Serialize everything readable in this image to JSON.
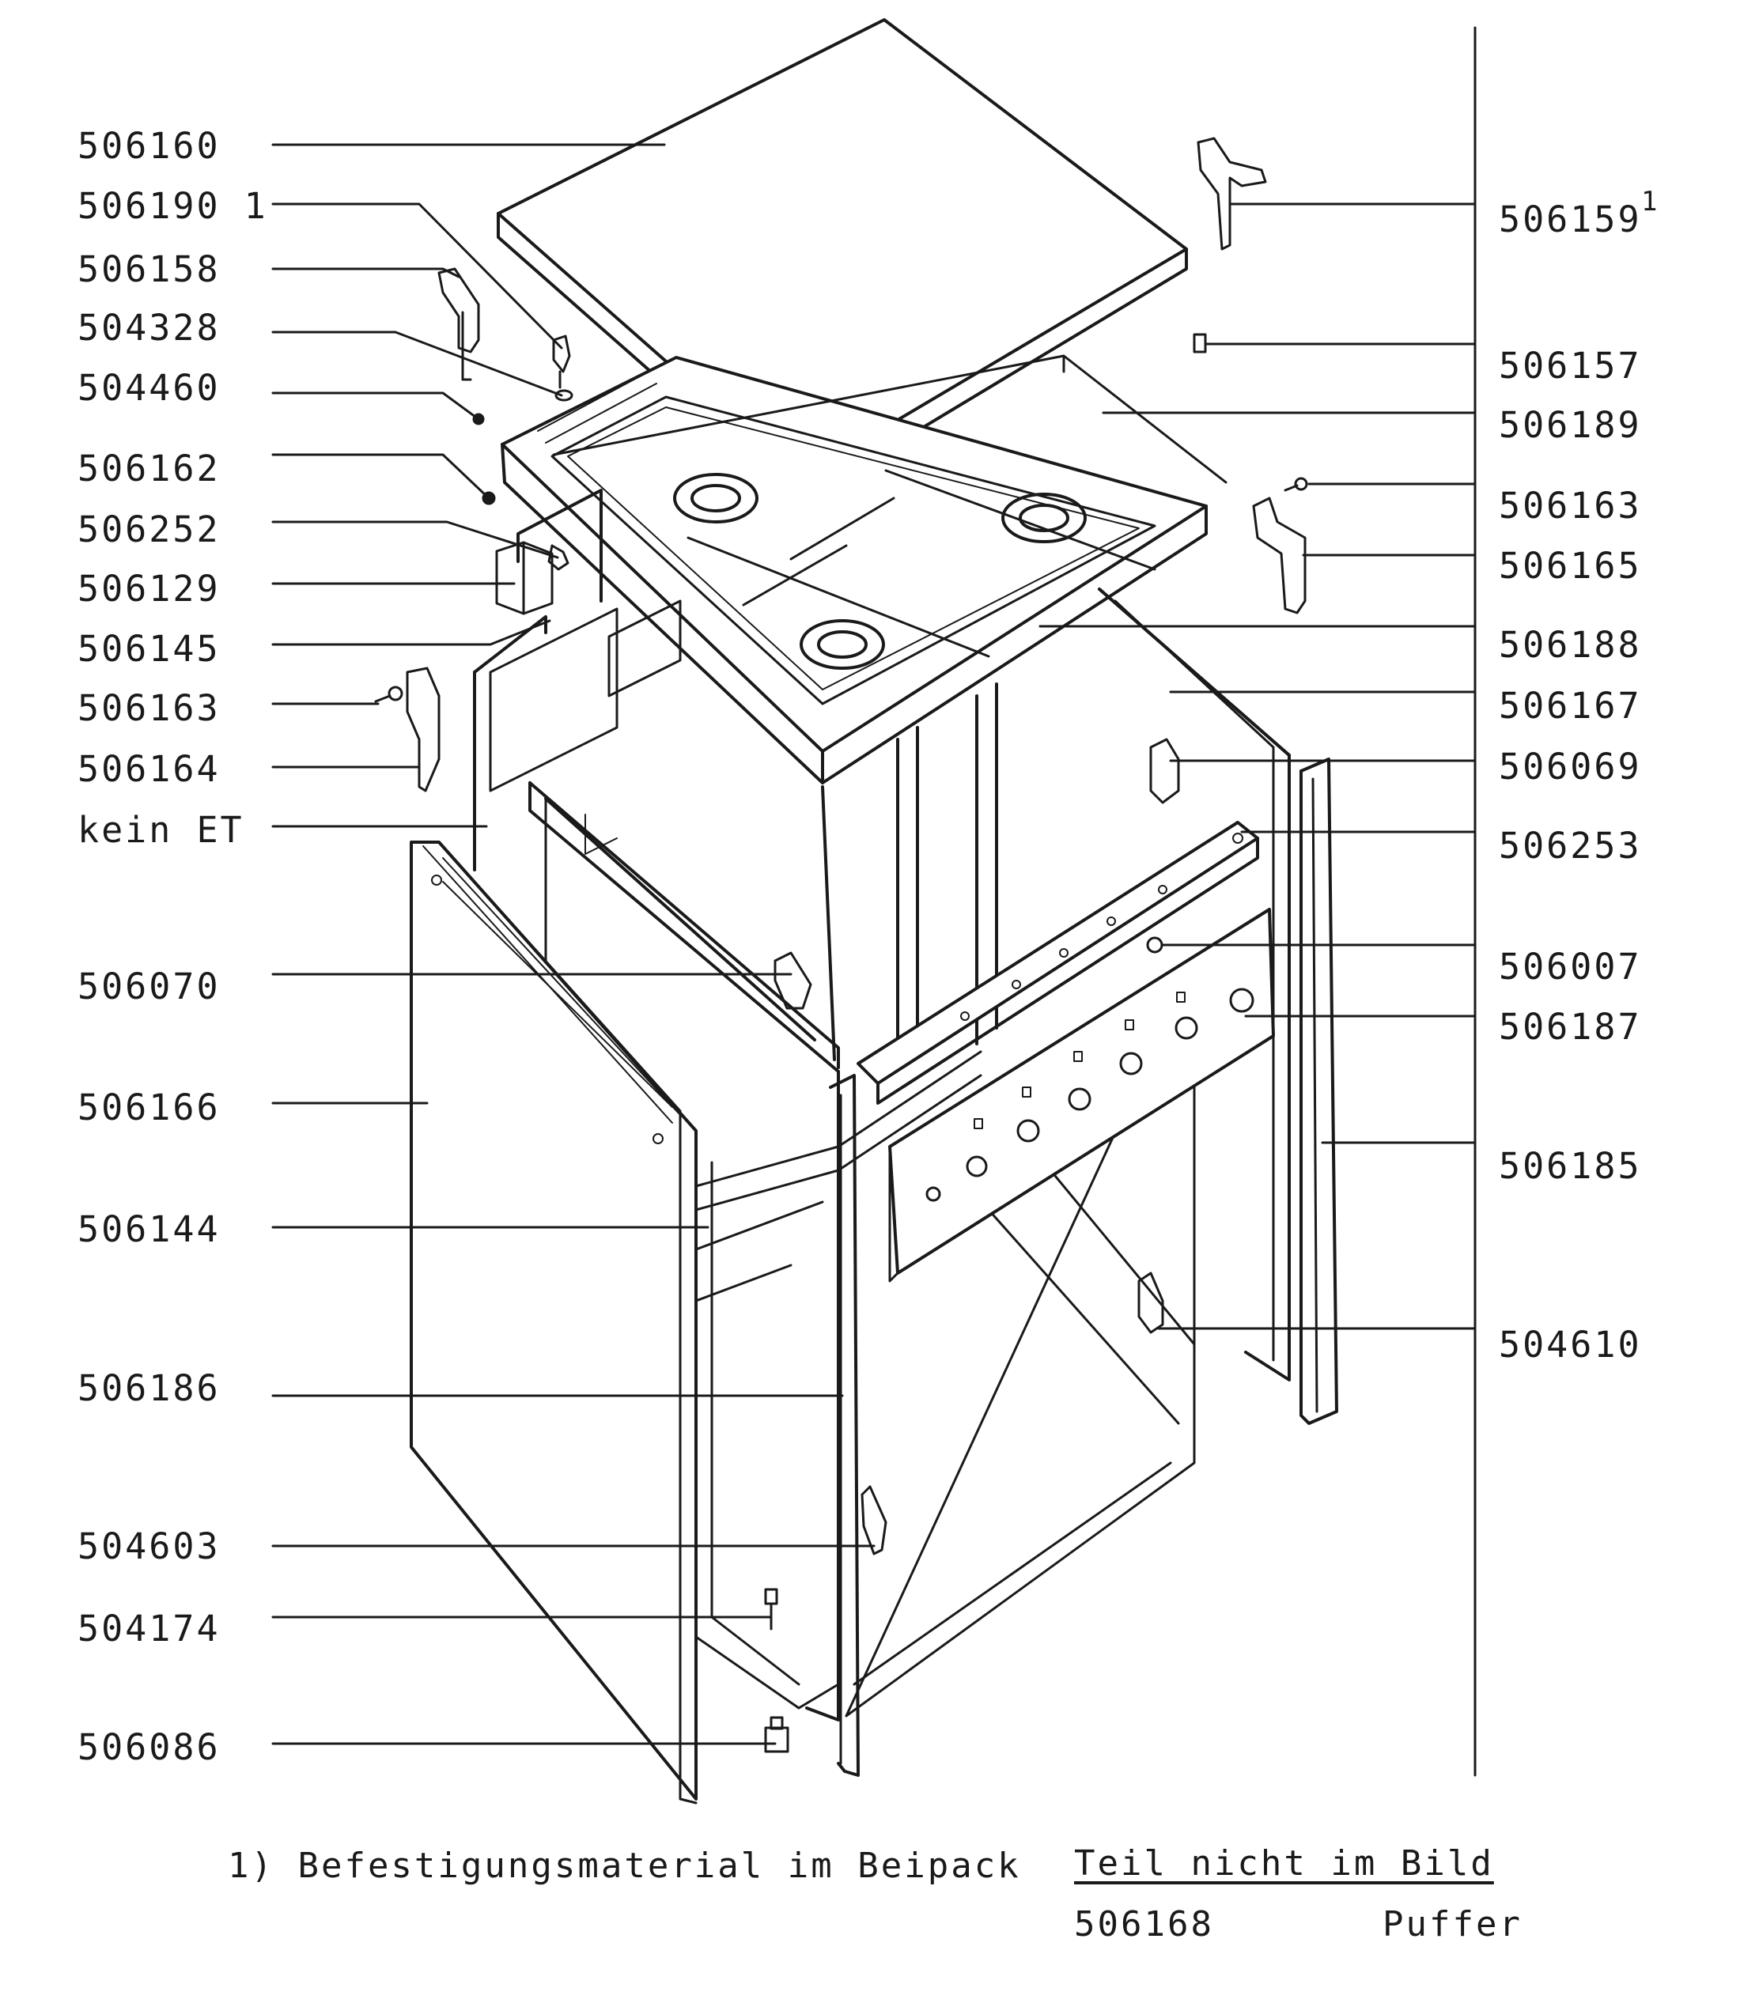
{
  "left_labels": [
    {
      "num": "506160",
      "ref": ""
    },
    {
      "num": "506190",
      "ref": "1"
    },
    {
      "num": "506158",
      "ref": ""
    },
    {
      "num": "504328",
      "ref": ""
    },
    {
      "num": "504460",
      "ref": ""
    },
    {
      "num": "506162",
      "ref": ""
    },
    {
      "num": "506252",
      "ref": ""
    },
    {
      "num": "506129",
      "ref": ""
    },
    {
      "num": "506145",
      "ref": ""
    },
    {
      "num": "506163",
      "ref": ""
    },
    {
      "num": "506164",
      "ref": ""
    },
    {
      "num": "kein ET",
      "ref": ""
    },
    {
      "num": "506070",
      "ref": ""
    },
    {
      "num": "506166",
      "ref": ""
    },
    {
      "num": "506144",
      "ref": ""
    },
    {
      "num": "506186",
      "ref": ""
    },
    {
      "num": "504603",
      "ref": ""
    },
    {
      "num": "504174",
      "ref": ""
    },
    {
      "num": "506086",
      "ref": ""
    }
  ],
  "right_labels": [
    {
      "num": "506159",
      "ref": "1"
    },
    {
      "num": "506157",
      "ref": ""
    },
    {
      "num": "506189",
      "ref": ""
    },
    {
      "num": "506163",
      "ref": ""
    },
    {
      "num": "506165",
      "ref": ""
    },
    {
      "num": "506188",
      "ref": ""
    },
    {
      "num": "506167",
      "ref": ""
    },
    {
      "num": "506069",
      "ref": ""
    },
    {
      "num": "506253",
      "ref": ""
    },
    {
      "num": "506007",
      "ref": ""
    },
    {
      "num": "506187",
      "ref": ""
    },
    {
      "num": "506185",
      "ref": ""
    },
    {
      "num": "504610",
      "ref": ""
    }
  ],
  "footnote": {
    "note": "1) Befestigungsmaterial im Beipack",
    "heading": "Teil nicht im Bild",
    "part_number": "506168",
    "part_name": "Puffer"
  }
}
